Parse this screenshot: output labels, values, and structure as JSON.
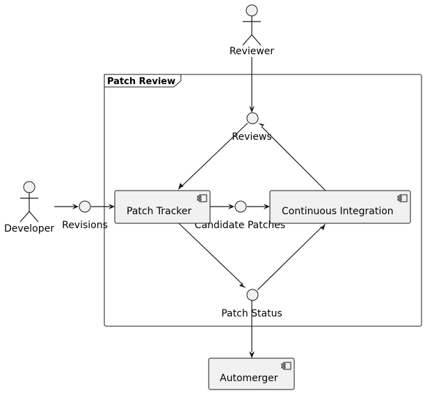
{
  "frame": {
    "title": "Patch Review"
  },
  "actors": {
    "reviewer": "Reviewer",
    "developer": "Developer"
  },
  "components": {
    "patch_tracker": "Patch Tracker",
    "continuous_integration": "Continuous Integration",
    "automerger": "Automerger"
  },
  "interfaces": {
    "reviews": "Reviews",
    "revisions": "Revisions",
    "candidate_patches": "Candidate Patches",
    "patch_status": "Patch Status"
  },
  "colors": {
    "node_fill": "#f1f1f1",
    "stroke": "#181818",
    "background": "#ffffff"
  }
}
